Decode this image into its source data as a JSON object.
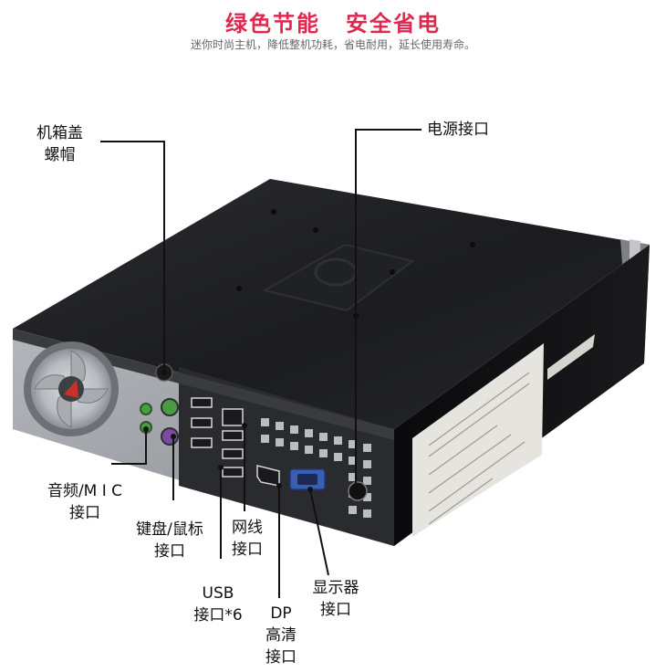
{
  "header": {
    "title_left": "绿色节能",
    "title_right": "安全省电",
    "subtitle": "迷你时尚主机，降低整机功耗，省电耐用，延长使用寿命。"
  },
  "colors": {
    "title": "#e0284f",
    "subtitle": "#666666",
    "case_top": "#1e1f22",
    "case_side": "#0d0d0f",
    "back_panel": "#9ea1a6",
    "label_sticker": "#e6e4de",
    "vga_port": "#3a5fb0",
    "audio_port": "#4a9a46",
    "ps2_port": "#7d4aa3"
  },
  "callouts": {
    "screw": [
      "机箱盖",
      "螺帽"
    ],
    "power": "电源接口",
    "audio": [
      "音频/M I C",
      "接口"
    ],
    "ps2": [
      "键盘/鼠标",
      "接口"
    ],
    "usb": [
      "USB",
      "接口*6"
    ],
    "network": [
      "网线",
      "接口"
    ],
    "dp": [
      "DP",
      "高清",
      "接口"
    ],
    "vga": [
      "显示器",
      "接口"
    ]
  }
}
